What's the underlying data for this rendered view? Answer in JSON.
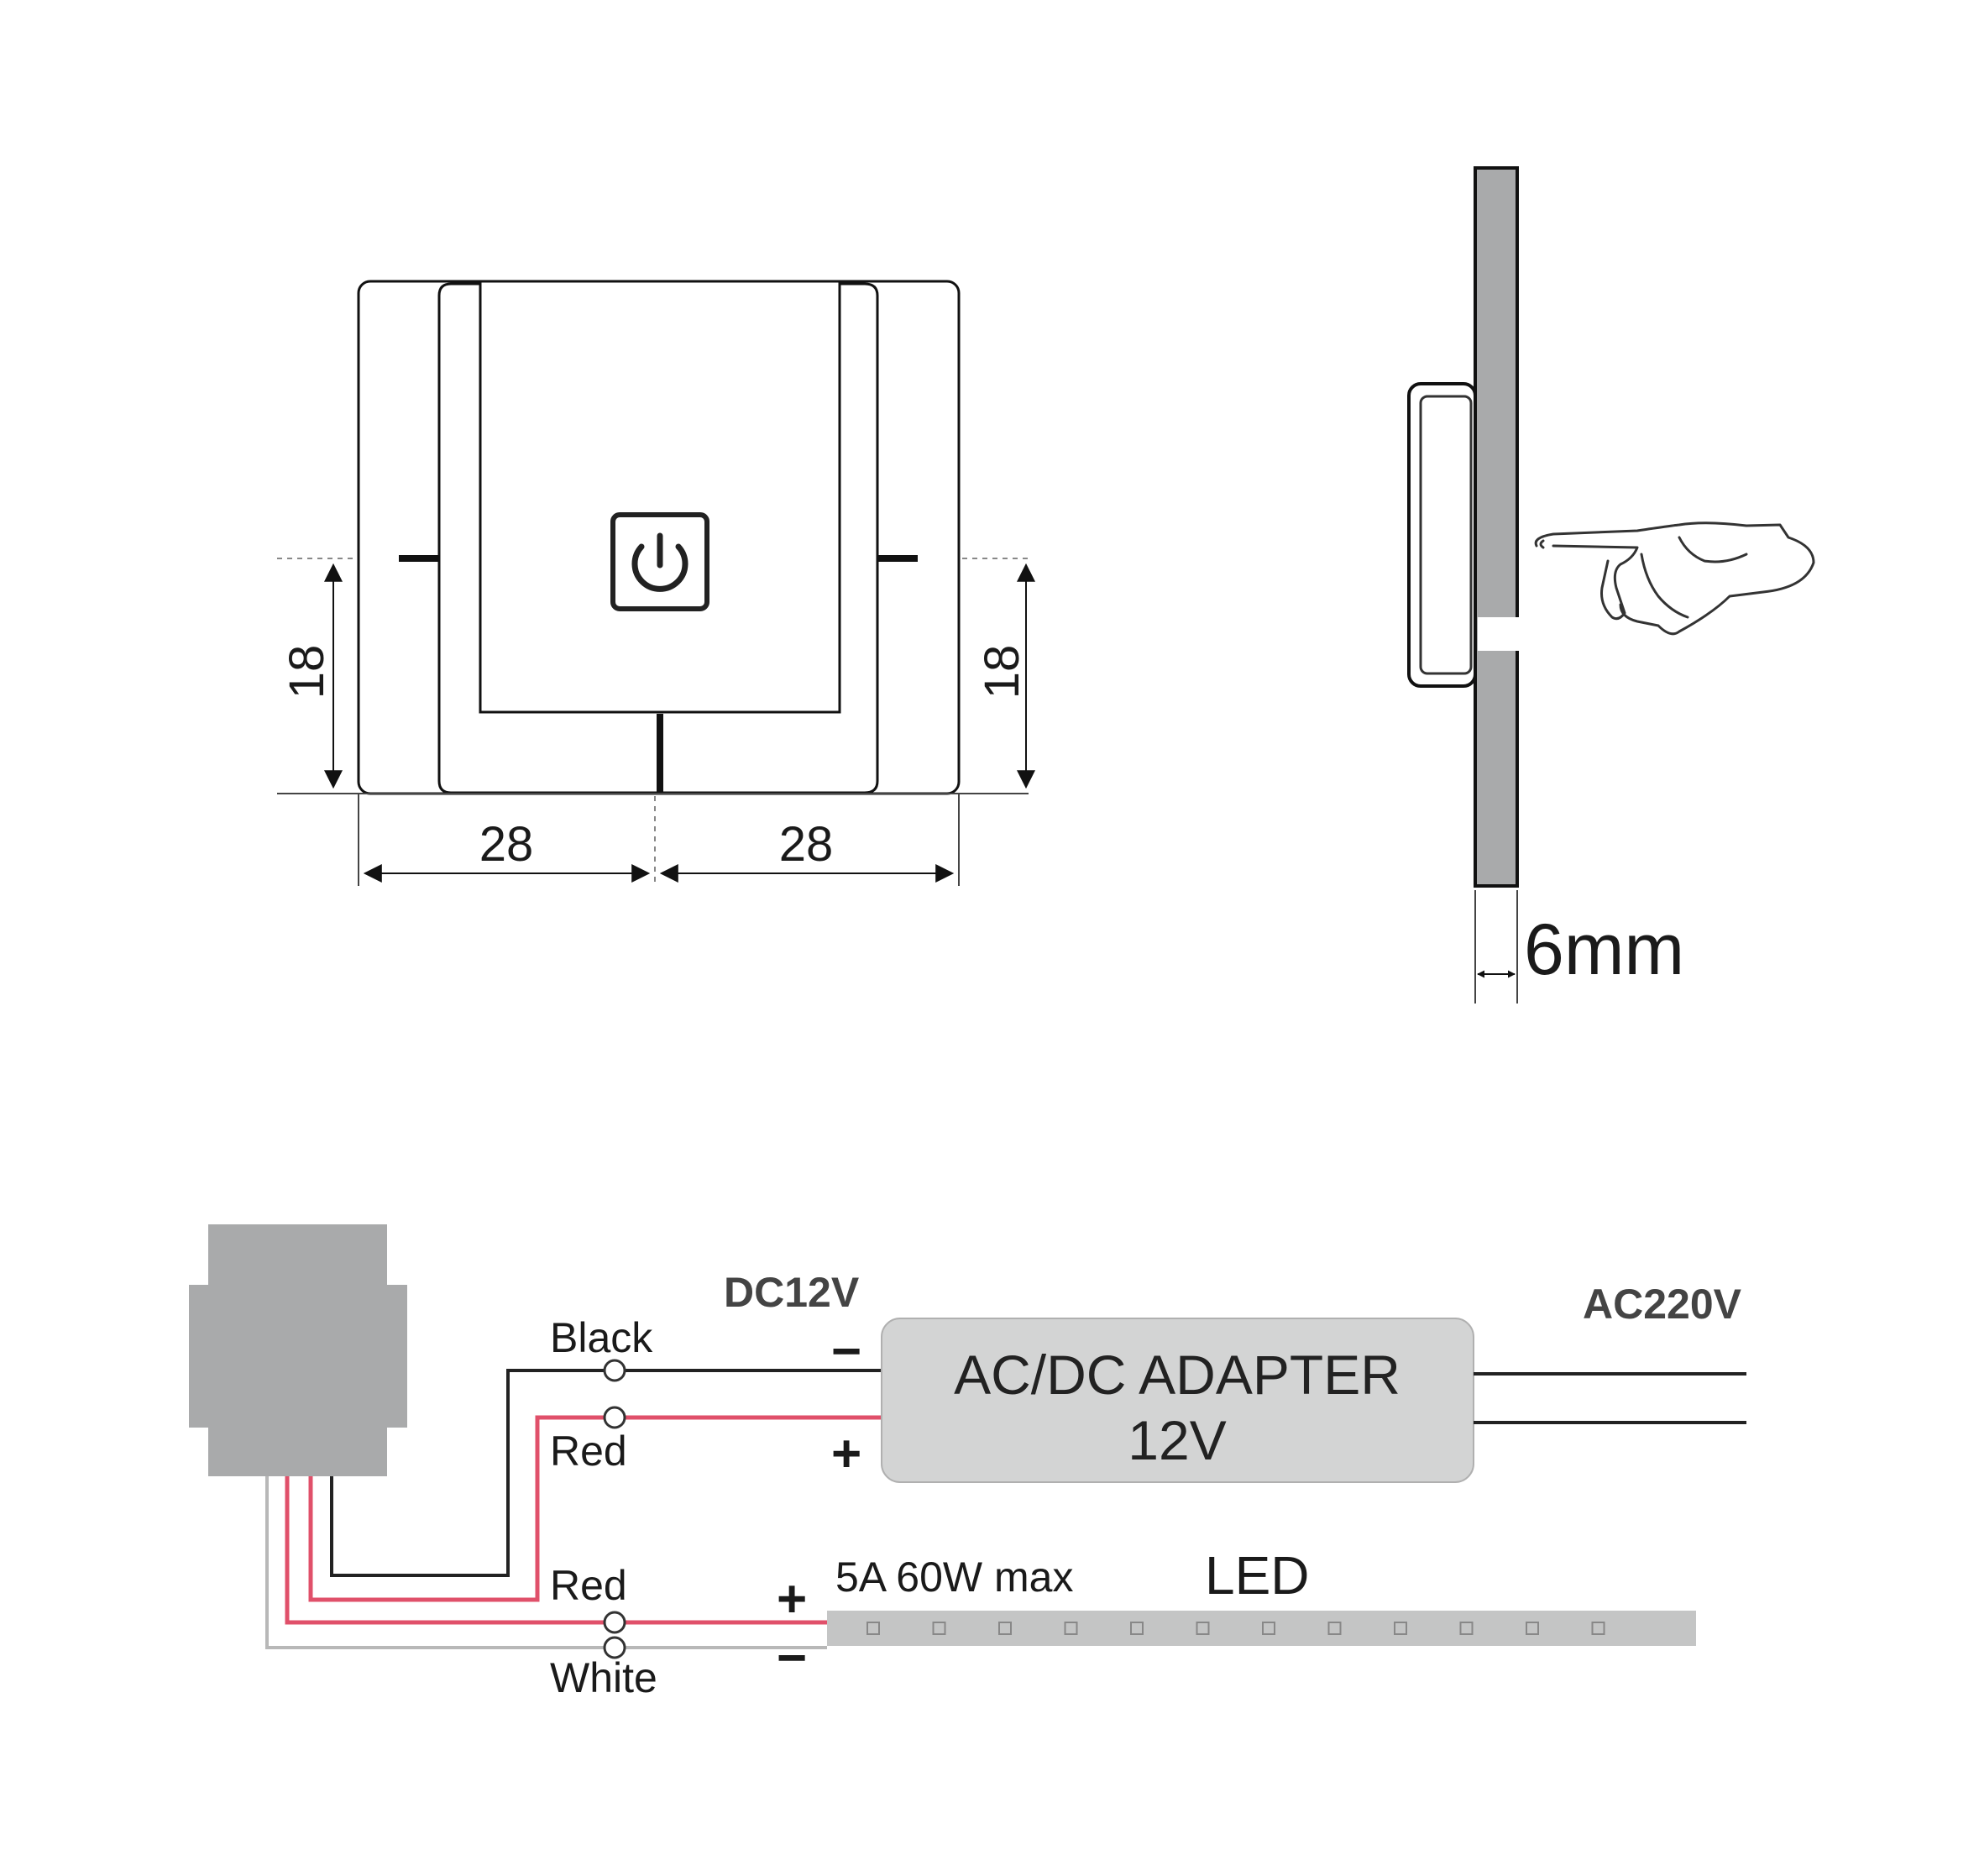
{
  "front_view": {
    "dim_left_height": "18",
    "dim_right_height": "18",
    "dim_bottom_left_width": "28",
    "dim_bottom_right_width": "28",
    "icon": "power-icon"
  },
  "side_view": {
    "thickness_label": "6mm",
    "icon": "pointing-hand-icon"
  },
  "wiring": {
    "dc_voltage": "DC12V",
    "ac_voltage": "AC220V",
    "adapter_line1": "AC/DC ADAPTER",
    "adapter_line2": "12V",
    "wire_black": "Black",
    "wire_red_top": "Red",
    "wire_red_bottom": "Red",
    "wire_white": "White",
    "adapter_minus": "−",
    "adapter_plus": "+",
    "led_plus": "+",
    "led_minus": "−",
    "led_spec": "5A 60W max",
    "led_label": "LED",
    "led_chip_count": 12
  },
  "colors": {
    "red_wire": "#e0506a",
    "black_wire": "#222222",
    "white_wire": "#b8b8b8",
    "device_gray": "#a9aaab",
    "adapter_fill": "#d3d4d4",
    "led_strip": "#c4c5c5"
  }
}
